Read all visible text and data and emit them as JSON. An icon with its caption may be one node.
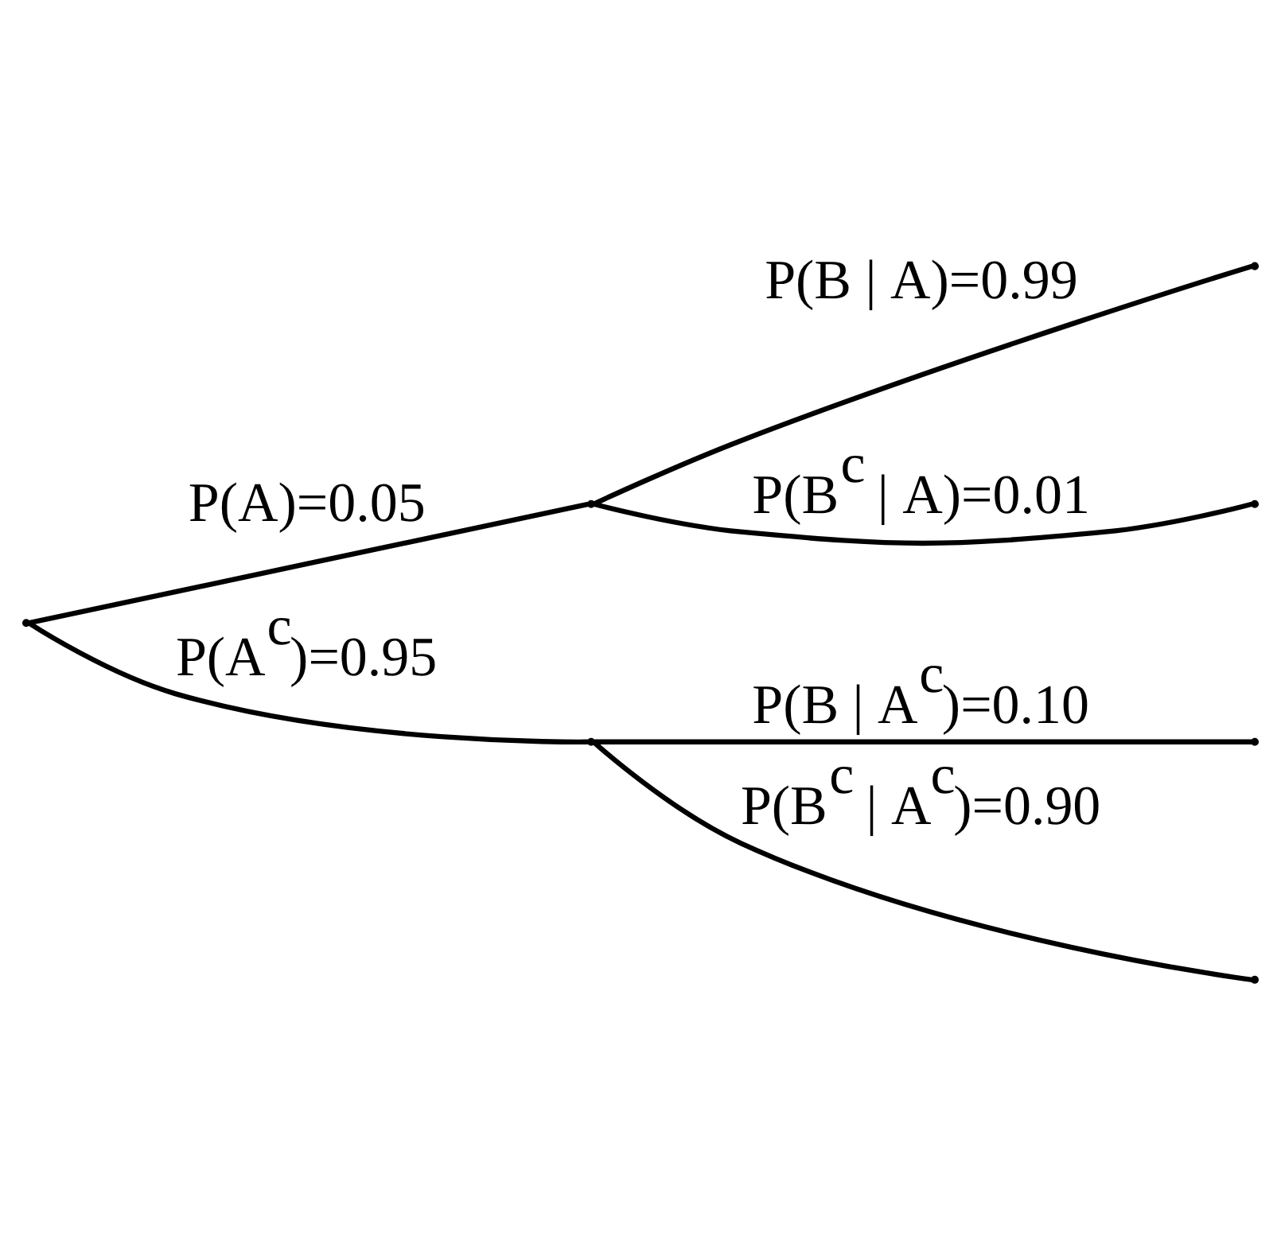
{
  "diagram": {
    "nodes": [
      {
        "text": [],
        "shape": "point"
      },
      {
        "text": [],
        "shape": "point"
      },
      {
        "text": [],
        "shape": "point"
      },
      {
        "text": [],
        "shape": "point"
      },
      {
        "text": [],
        "shape": "point"
      },
      {
        "text": [],
        "shape": "point"
      },
      {
        "text": [],
        "shape": "point"
      }
    ],
    "edges": [
      {
        "from": 0,
        "to": 1,
        "arrow": "none",
        "label": "P(A)=0.05"
      },
      {
        "from": 1,
        "to": 2,
        "arrow": "none",
        "label": "P(B | A)=0.99"
      },
      {
        "from": 1,
        "to": 3,
        "arrow": "none",
        "label": "P(B$^{c}$ | A)=0.01"
      },
      {
        "from": 0,
        "to": 4,
        "arrow": "none",
        "label": "P(A$^{c}$)=0.95"
      },
      {
        "from": 4,
        "to": 5,
        "arrow": "none",
        "label": "P(B | A$^{c}$)=0.10"
      },
      {
        "from": 4,
        "to": 6,
        "arrow": "none",
        "label": "P(B$^{c}$ | A$^{c}$)=0.90"
      }
    ]
  }
}
